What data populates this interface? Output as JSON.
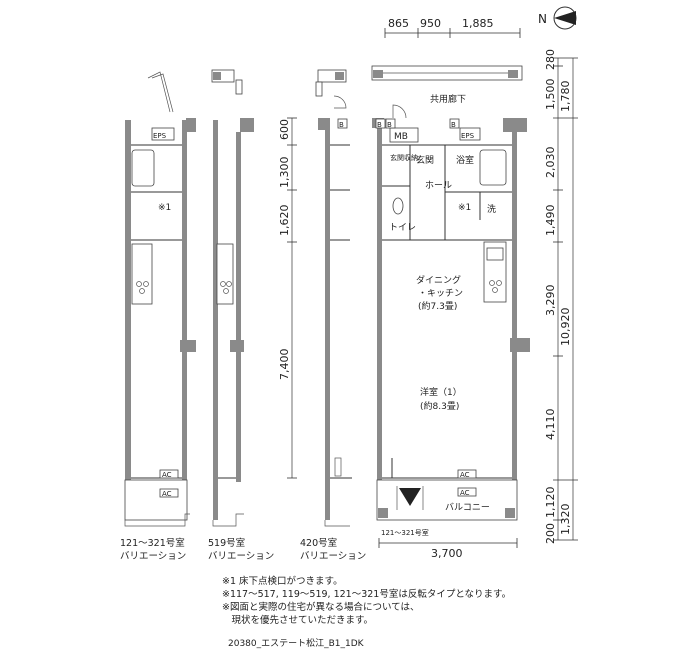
{
  "compass": {
    "label": "N"
  },
  "top_dims": [
    "865",
    "950",
    "1,885"
  ],
  "bottom_dim": "3,700",
  "right_dims_inner": [
    "280",
    "1,500",
    "2,030",
    "1,490",
    "3,290",
    "4,110",
    "1,120",
    "200"
  ],
  "right_dims_outer": [
    "1,780",
    "10,920",
    "1,320"
  ],
  "left_dims": [
    "600",
    "1,300",
    "1,620",
    "7,400"
  ],
  "rooms": {
    "corridor": "共用廊下",
    "mb": "MB",
    "eps": "EPS",
    "b": "B",
    "genkan": "玄関",
    "genkan_storage": "玄関収納",
    "bathroom": "浴室",
    "hall": "ホール",
    "note_mark": "※1",
    "wash": "洗",
    "toilet": "トイレ",
    "dining": "ダイニング",
    "kitchen": "・キッチン",
    "dining_size": "(約7.3畳)",
    "western": "洋室（1）",
    "western_size": "(約8.3畳)",
    "ac": "AC",
    "balcony": "バルコニー",
    "variant_121": "121～321号室"
  },
  "captions": [
    {
      "line1": "121～321号室",
      "line2": "バリエーション"
    },
    {
      "line1": "519号室",
      "line2": "バリエーション"
    },
    {
      "line1": "420号室",
      "line2": "バリエーション"
    }
  ],
  "notes": [
    "※1 床下点検口がつきます。",
    "※117～517, 119～519, 121～321号室は反転タイプとなります。",
    "※図面と実際の住宅が異なる場合については、",
    "　現状を優先させていただきます。"
  ],
  "footer": "20380_エステート松江_B1_1DK"
}
